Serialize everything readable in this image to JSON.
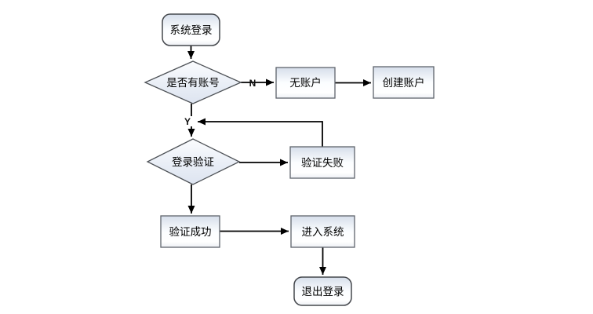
{
  "diagram": {
    "type": "flowchart",
    "background": "#ffffff",
    "nodes": [
      {
        "id": "start",
        "shape": "rounded-rect",
        "label": "系统登录"
      },
      {
        "id": "has-account",
        "shape": "diamond",
        "label": "是否有账号"
      },
      {
        "id": "no-account",
        "shape": "rect",
        "label": "无账户"
      },
      {
        "id": "create-account",
        "shape": "rect",
        "label": "创建账户"
      },
      {
        "id": "login-verify",
        "shape": "diamond",
        "label": "登录验证"
      },
      {
        "id": "verify-fail",
        "shape": "rect",
        "label": "验证失败"
      },
      {
        "id": "verify-success",
        "shape": "rect",
        "label": "验证成功"
      },
      {
        "id": "enter-system",
        "shape": "rect",
        "label": "进入系统"
      },
      {
        "id": "logout",
        "shape": "rounded-rect",
        "label": "退出登录"
      }
    ],
    "edge_labels": {
      "no": "N",
      "yes": "Y"
    },
    "edges": [
      "系统登录 -> 是否有账号",
      "是否有账号 -N-> 无账户",
      "无账户 -> 创建账户",
      "是否有账号 -Y-> 登录验证",
      "登录验证 -> 验证失败",
      "验证失败 -> 登录验证 (feedback loop)",
      "登录验证 -> 验证成功",
      "验证成功 -> 进入系统",
      "进入系统 -> 退出登录"
    ],
    "colors": {
      "node_fill_top": "#d6deea",
      "node_fill_bottom": "#ffffff",
      "rect_border": "#5f646c",
      "diamond_border": "#4e5257",
      "arrow": "#000000",
      "text": "#000000"
    }
  }
}
